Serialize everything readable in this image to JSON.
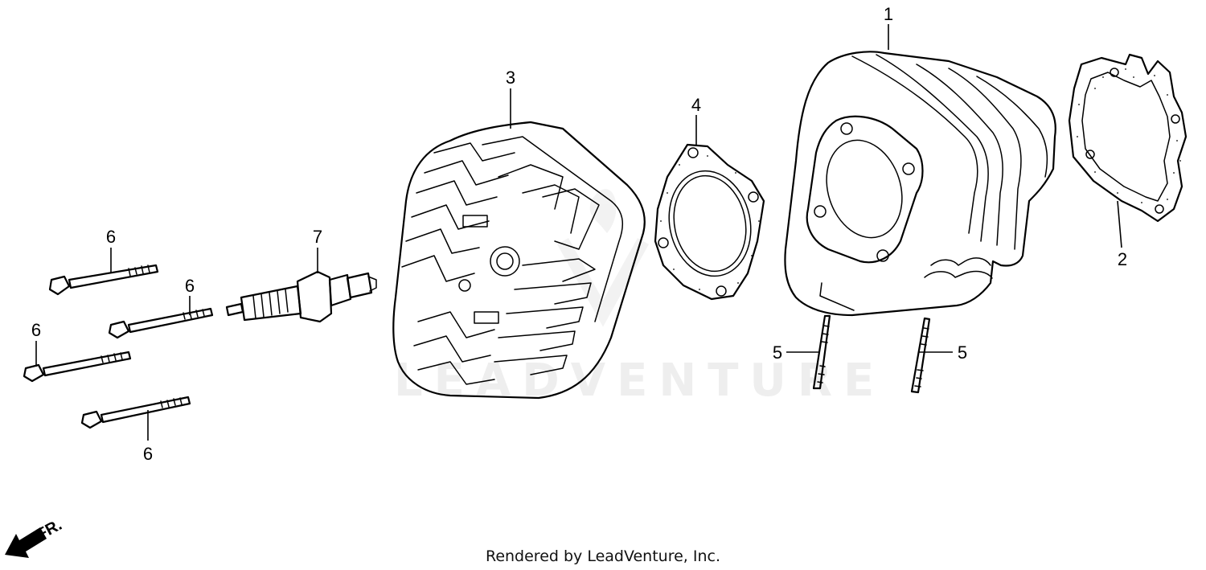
{
  "watermark": "LEADVENTURE",
  "direction_label": "FR.",
  "credit": "Rendered by LeadVenture, Inc.",
  "callouts": [
    {
      "id": "cylinder",
      "label": "1"
    },
    {
      "id": "base-gasket",
      "label": "2"
    },
    {
      "id": "cylinder-head",
      "label": "3"
    },
    {
      "id": "head-gasket",
      "label": "4"
    },
    {
      "id": "stud-left",
      "label": "5"
    },
    {
      "id": "stud-right",
      "label": "5"
    },
    {
      "id": "bolt-a",
      "label": "6"
    },
    {
      "id": "bolt-b",
      "label": "6"
    },
    {
      "id": "bolt-c",
      "label": "6"
    },
    {
      "id": "bolt-d",
      "label": "6"
    },
    {
      "id": "spark-plug",
      "label": "7"
    }
  ]
}
